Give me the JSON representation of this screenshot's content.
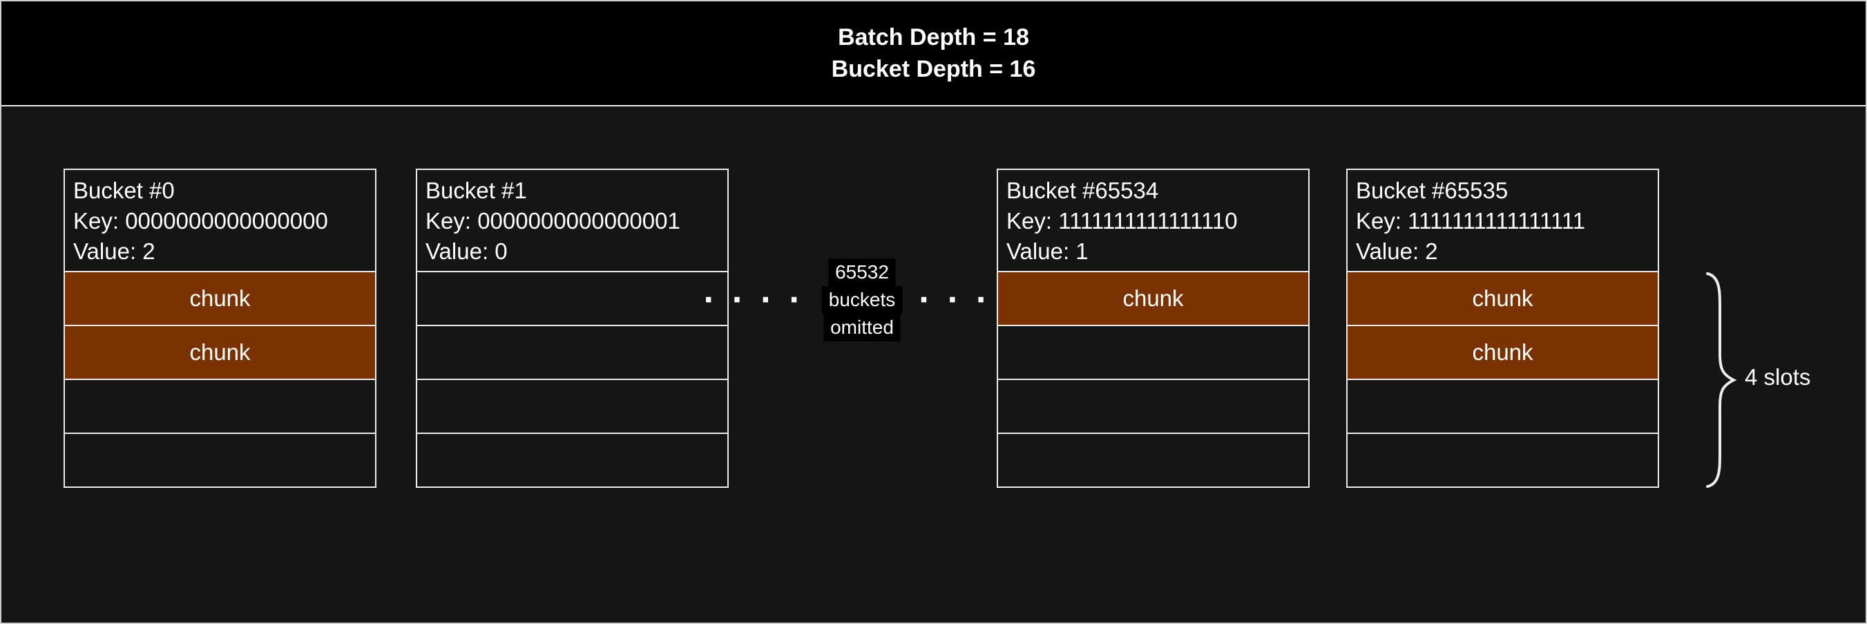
{
  "header": {
    "line1": "Batch Depth = 18",
    "line2": "Bucket Depth = 16"
  },
  "buckets": [
    {
      "title": "Bucket #0",
      "key": "Key: 0000000000000000",
      "value": "Value: 2",
      "slots": [
        {
          "filled": true,
          "label": "chunk"
        },
        {
          "filled": true,
          "label": "chunk"
        },
        {
          "filled": false,
          "label": ""
        },
        {
          "filled": false,
          "label": ""
        }
      ]
    },
    {
      "title": "Bucket #1",
      "key": "Key: 0000000000000001",
      "value": "Value: 0",
      "slots": [
        {
          "filled": false,
          "label": ""
        },
        {
          "filled": false,
          "label": ""
        },
        {
          "filled": false,
          "label": ""
        },
        {
          "filled": false,
          "label": ""
        }
      ]
    },
    {
      "title": "Bucket #65534",
      "key": "Key: 1111111111111110",
      "value": "Value: 1",
      "slots": [
        {
          "filled": true,
          "label": "chunk"
        },
        {
          "filled": false,
          "label": ""
        },
        {
          "filled": false,
          "label": ""
        },
        {
          "filled": false,
          "label": ""
        }
      ]
    },
    {
      "title": "Bucket #65535",
      "key": "Key: 1111111111111111",
      "value": "Value: 2",
      "slots": [
        {
          "filled": true,
          "label": "chunk"
        },
        {
          "filled": true,
          "label": "chunk"
        },
        {
          "filled": false,
          "label": ""
        },
        {
          "filled": false,
          "label": ""
        }
      ]
    }
  ],
  "omitted": {
    "count": "65532",
    "word1": "buckets",
    "word2": "omitted",
    "dots_left": "····",
    "dots_right": "····"
  },
  "brace_label": "4 slots",
  "colors": {
    "chunk_fill": "#7a3300",
    "background": "#151515",
    "header_background": "#000000",
    "border": "#ececec"
  }
}
